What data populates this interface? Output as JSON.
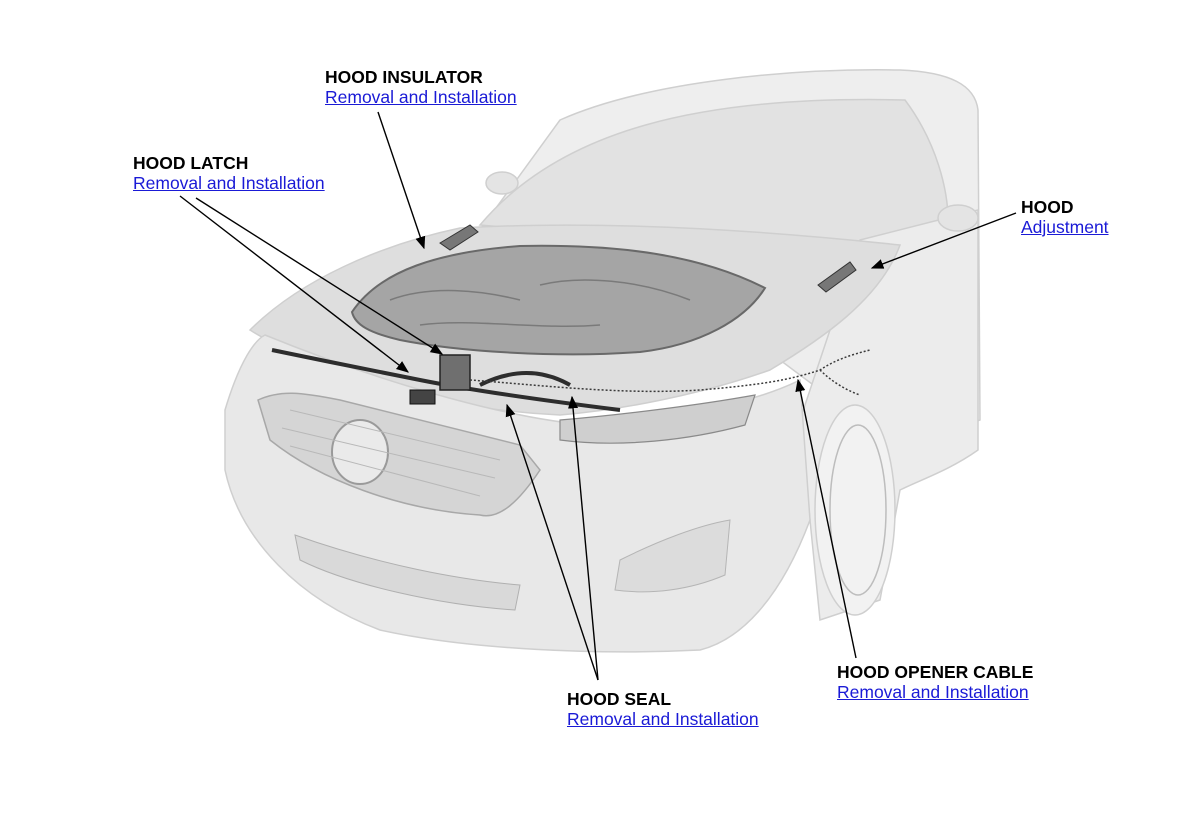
{
  "callouts": {
    "hood_insulator": {
      "title": "HOOD INSULATOR",
      "link": "Removal and Installation"
    },
    "hood_latch": {
      "title": "HOOD LATCH",
      "link": "Removal and Installation"
    },
    "hood": {
      "title": "HOOD",
      "link": "Adjustment"
    },
    "hood_opener_cable": {
      "title": "HOOD OPENER CABLE",
      "link": "Removal and Installation"
    },
    "hood_seal": {
      "title": "HOOD SEAL",
      "link": "Removal and Installation"
    }
  },
  "colors": {
    "link": "#1a1ad6",
    "car_body": "#e9e9e9",
    "insulator": "#9a9a9a",
    "leader": "#000000"
  }
}
